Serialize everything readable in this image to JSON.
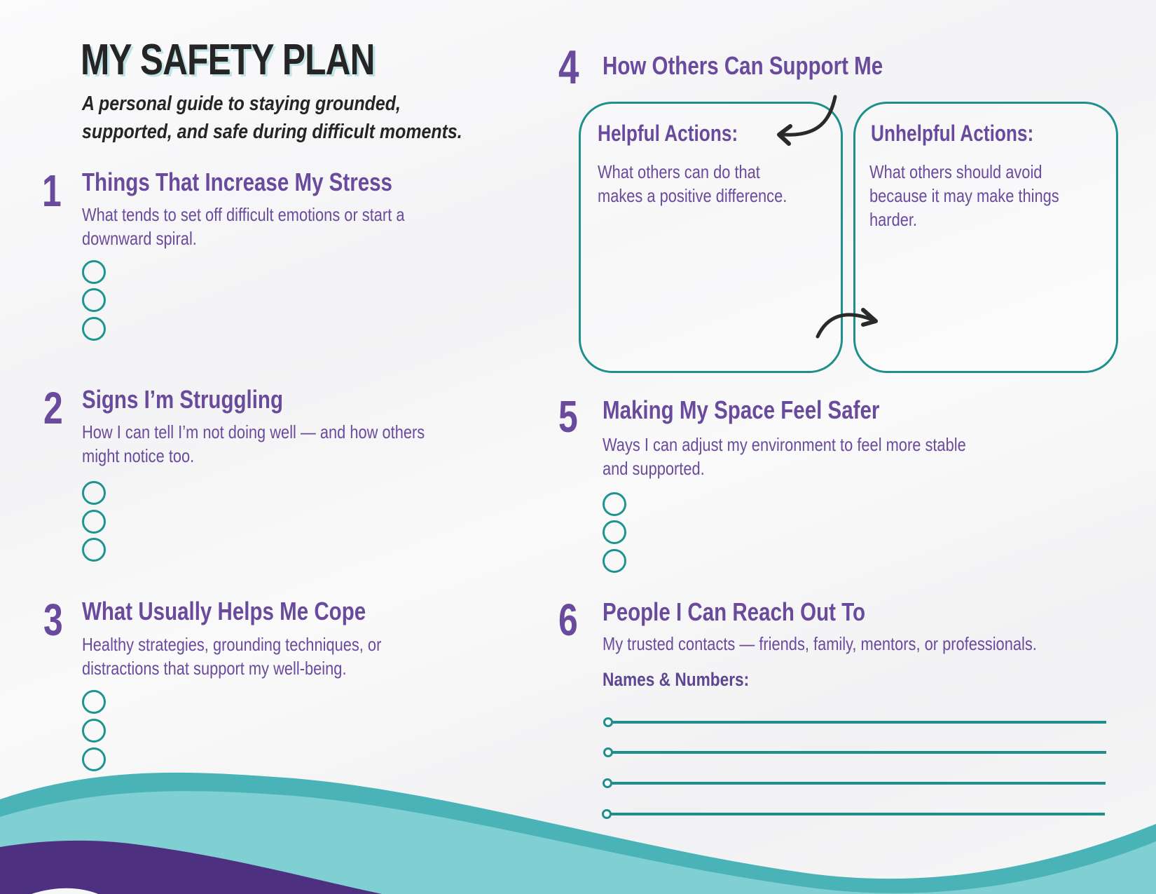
{
  "header": {
    "title": "MY SAFETY PLAN",
    "subtitle_line1": "A personal guide to staying grounded,",
    "subtitle_line2": "supported, and safe during difficult moments."
  },
  "colors": {
    "accent_purple": "#6a4a9c",
    "dark_purple": "#4d3080",
    "teal": "#1e8f8c",
    "teal_wave": "#4ab3b8",
    "light_teal_wave": "#80cfd2",
    "title_shadow": "#bfe3e6",
    "title_text": "#252525"
  },
  "sections": [
    {
      "number": "1",
      "heading": "Things That Increase My Stress",
      "description_line1": "What tends to set off difficult emotions or start a",
      "description_line2": "downward spiral.",
      "checkbox_count": 3
    },
    {
      "number": "2",
      "heading": "Signs I’m Struggling",
      "description_line1": "How I can tell I’m not doing well — and how others",
      "description_line2": "might notice too.",
      "checkbox_count": 3
    },
    {
      "number": "3",
      "heading": "What Usually Helps Me Cope",
      "description_line1": "Healthy strategies, grounding techniques, or",
      "description_line2": "distractions that support my well-being.",
      "checkbox_count": 3
    },
    {
      "number": "4",
      "heading": "How Others Can Support Me",
      "boxes": [
        {
          "heading": "Helpful Actions:",
          "lines": [
            "What others can do that",
            "makes a positive difference."
          ]
        },
        {
          "heading": "Unhelpful Actions:",
          "lines": [
            "What others should avoid",
            "because it may make things",
            "harder."
          ]
        }
      ]
    },
    {
      "number": "5",
      "heading": "Making My Space Feel Safer",
      "description_line1": "Ways I can adjust my environment to feel more stable",
      "description_line2": "and supported.",
      "checkbox_count": 3
    },
    {
      "number": "6",
      "heading": "People I Can Reach Out To",
      "description_line1": "My trusted contacts — friends, family, mentors, or professionals.",
      "names_label": "Names & Numbers:",
      "contact_line_count": 4
    }
  ],
  "icons": {
    "arrow_1": "curved-arrow-left",
    "arrow_2": "curved-arrow-right",
    "checkbox": "circle-outline",
    "line_start": "small-ring"
  }
}
